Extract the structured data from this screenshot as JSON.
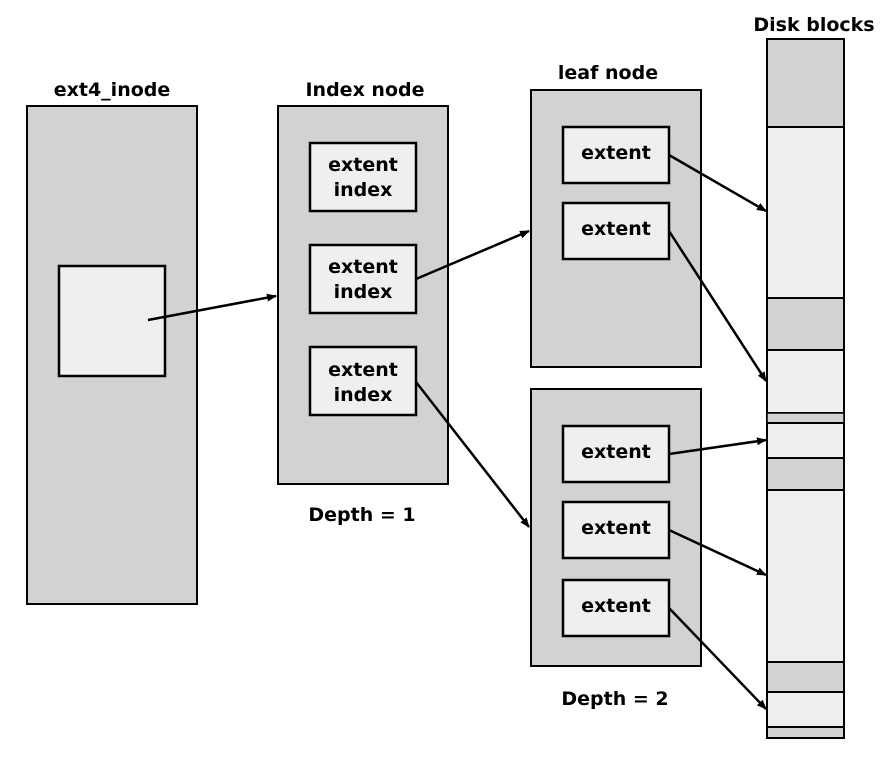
{
  "colors": {
    "container_fill": "#d3d2d3",
    "cell_fill": "#efefef",
    "stroke": "#000000"
  },
  "inode": {
    "title": "ext4_inode"
  },
  "index_node": {
    "title": "Index node",
    "entries": [
      {
        "line1": "extent",
        "line2": "index"
      },
      {
        "line1": "extent",
        "line2": "index"
      },
      {
        "line1": "extent",
        "line2": "index"
      }
    ],
    "depth_label": "Depth = 1"
  },
  "leaf_nodes": {
    "title": "leaf node",
    "top": {
      "extents": [
        "extent",
        "extent"
      ]
    },
    "bottom": {
      "extents": [
        "extent",
        "extent",
        "extent"
      ]
    },
    "depth_label": "Depth = 2"
  },
  "disk": {
    "title": "Disk blocks"
  }
}
